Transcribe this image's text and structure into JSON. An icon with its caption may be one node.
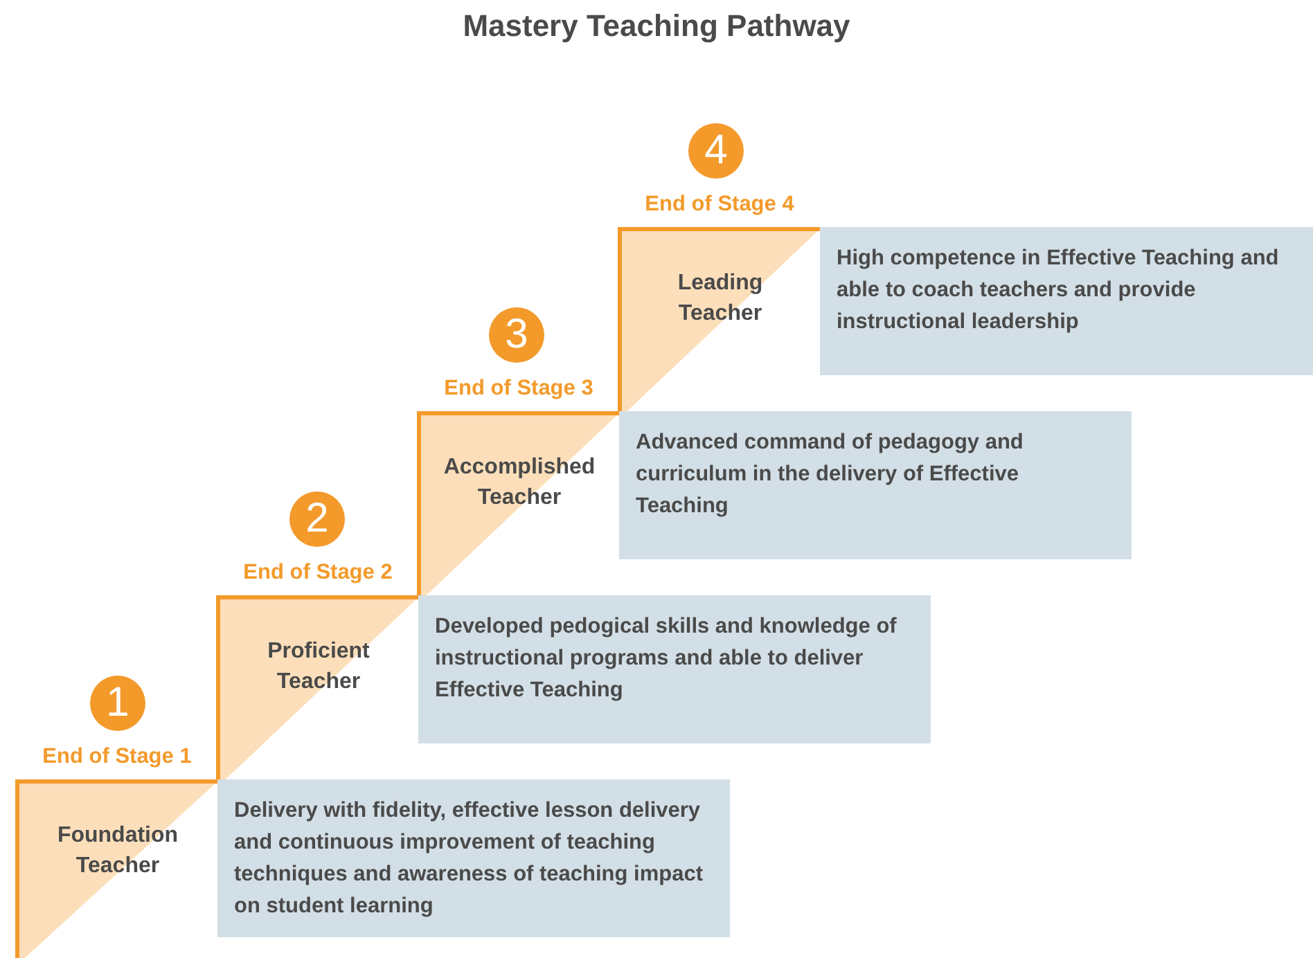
{
  "diagram": {
    "title": "Mastery Teaching Pathway",
    "nodes": [
      {
        "text": [
          "1"
        ]
      },
      {
        "text": [
          "End of Stage 1",
          "Foundation Teacher"
        ]
      },
      {
        "text": [
          "Delivery with fidelity, effective lesson delivery and continuous improvement of teaching techniques and awareness of teaching impact on student learning"
        ]
      },
      {
        "text": [
          "2"
        ]
      },
      {
        "text": [
          "End of Stage 2",
          "Proficient Teacher"
        ]
      },
      {
        "text": [
          "Developed pedogical skills and knowledge of instructional programs and able to deliver Effective Teaching"
        ]
      },
      {
        "text": [
          "3"
        ]
      },
      {
        "text": [
          "End of Stage 3",
          "Accomplished Teacher"
        ]
      },
      {
        "text": [
          "Advanced command of pedagogy and curriculum in the delivery of Effective Teaching"
        ]
      },
      {
        "text": [
          "4"
        ]
      },
      {
        "text": [
          "End of Stage 4",
          "Leading Teacher"
        ]
      },
      {
        "text": [
          "High competence in Effective Teaching and able to coach teachers and provide instructional leadership"
        ]
      }
    ]
  }
}
